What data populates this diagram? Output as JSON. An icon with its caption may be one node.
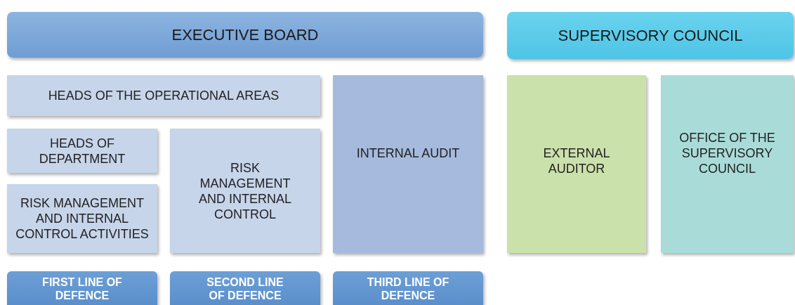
{
  "diagram": {
    "nodes": [
      {
        "text": [
          "EXECUTIVE BOARD"
        ]
      },
      {
        "text": [
          "SUPERVISORY COUNCIL"
        ]
      },
      {
        "text": [
          "HEADS OF THE OPERATIONAL AREAS"
        ]
      },
      {
        "text": [
          "HEADS OF DEPARTMENT"
        ]
      },
      {
        "text": [
          "RISK MANAGEMENT AND INTERNAL CONTROL ACTIVITIES"
        ]
      },
      {
        "text": [
          "RISK MANAGEMENT AND INTERNAL CONTROL"
        ]
      },
      {
        "text": [
          "INTERNAL AUDIT"
        ]
      },
      {
        "text": [
          "EXTERNAL AUDITOR"
        ]
      },
      {
        "text": [
          "OFFICE OF THE SUPERVISORY COUNCIL"
        ]
      },
      {
        "text": [
          "FIRST LINE OF DEFENCE"
        ]
      },
      {
        "text": [
          "SECOND LINE OF DEFENCE"
        ]
      },
      {
        "text": [
          "THIRD LINE OF DEFENCE"
        ]
      }
    ]
  }
}
